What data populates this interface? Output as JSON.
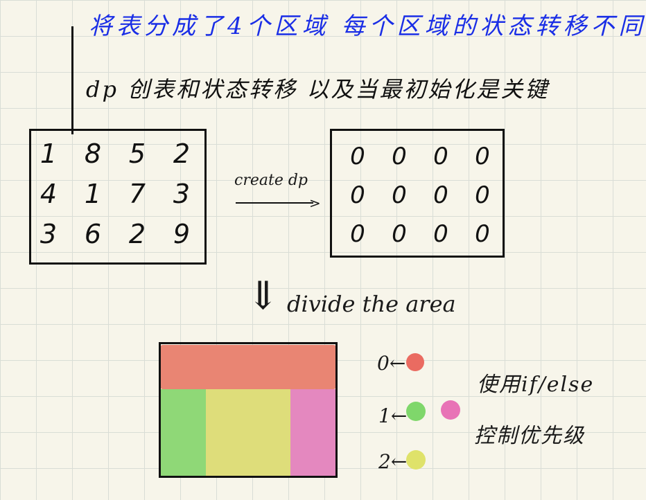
{
  "notes": {
    "blue_line": "将表分成了4个区域 每个区域的状态转移不同",
    "black_line": "dp 创表和状态转移 以及当最初始化是关键"
  },
  "input_grid": [
    [
      "1",
      "8",
      "5",
      "2"
    ],
    [
      "4",
      "1",
      "7",
      "3"
    ],
    [
      "3",
      "6",
      "2",
      "9"
    ]
  ],
  "dp_grid": [
    [
      "0",
      "0",
      "0",
      "0"
    ],
    [
      "0",
      "0",
      "0",
      "0"
    ],
    [
      "0",
      "0",
      "0",
      "0"
    ]
  ],
  "arrow_create": "create dp",
  "arrow_down": "⇓",
  "divide_label": "divide the area",
  "legend": [
    {
      "label": "0",
      "colors": [
        "#ea6b61"
      ]
    },
    {
      "label": "1",
      "colors": [
        "#7fd76b",
        "#e873b6"
      ]
    },
    {
      "label": "2",
      "colors": [
        "#dfe26a"
      ]
    }
  ],
  "side_notes": {
    "line1": "使用if/else",
    "line2": "控制优先级"
  },
  "colors": {
    "top_row": "#e98573",
    "left_col": "#8fd877",
    "middle": "#dedd7a",
    "right_col": "#e488bf",
    "blue_ink": "#1a2ee6"
  }
}
